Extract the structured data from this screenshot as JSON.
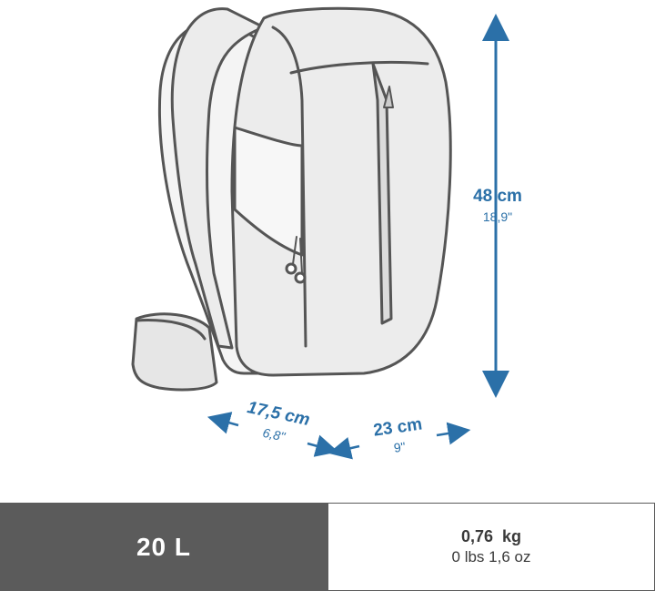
{
  "dimensions": {
    "height": {
      "metric": "48 cm",
      "imperial": "18,9\""
    },
    "depth": {
      "metric": "17,5 cm",
      "imperial": "6,8\""
    },
    "width": {
      "metric": "23 cm",
      "imperial": "9\""
    }
  },
  "specs": {
    "volume": "20 L",
    "weight_metric": "0,76  kg",
    "weight_imperial": "0 lbs 1,6 oz"
  },
  "colors": {
    "accent": "#2b70a8",
    "footer_dark": "#5b5b5b",
    "outline": "#555555",
    "fill_light": "#ececec"
  }
}
